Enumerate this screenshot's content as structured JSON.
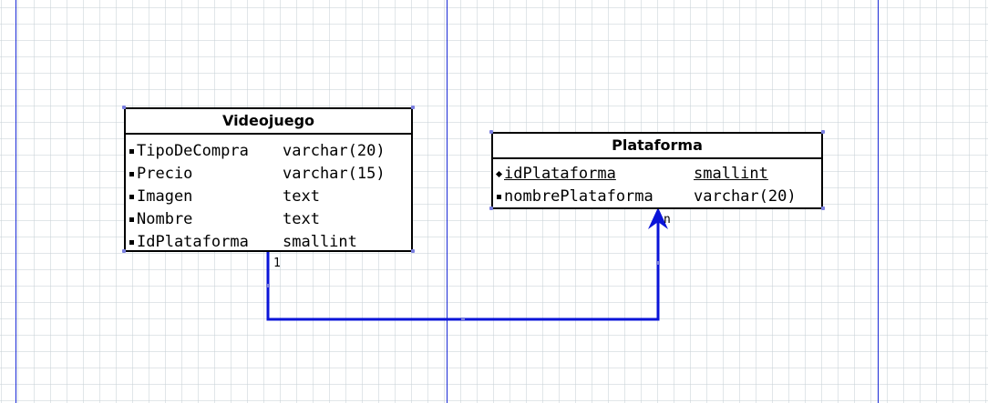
{
  "entities": [
    {
      "title": "Videojuego",
      "attributes": [
        {
          "name": "TipoDeCompra",
          "type": "varchar(20)",
          "key": "attr"
        },
        {
          "name": "Precio",
          "type": "varchar(15)",
          "key": "attr"
        },
        {
          "name": "Imagen",
          "type": "text",
          "key": "attr"
        },
        {
          "name": "Nombre",
          "type": "text",
          "key": "attr"
        },
        {
          "name": "IdPlataforma",
          "type": "smallint",
          "key": "attr"
        }
      ]
    },
    {
      "title": "Plataforma",
      "attributes": [
        {
          "name": "idPlataforma",
          "type": "smallint",
          "key": "pk"
        },
        {
          "name": "nombrePlataforma",
          "type": "varchar(20)",
          "key": "attr"
        }
      ]
    }
  ],
  "relationship": {
    "from_cardinality": "1",
    "to_cardinality": "n"
  },
  "colors": {
    "connector": "#0a14d8",
    "page_break": "#1a2ad6",
    "border": "#000000"
  }
}
